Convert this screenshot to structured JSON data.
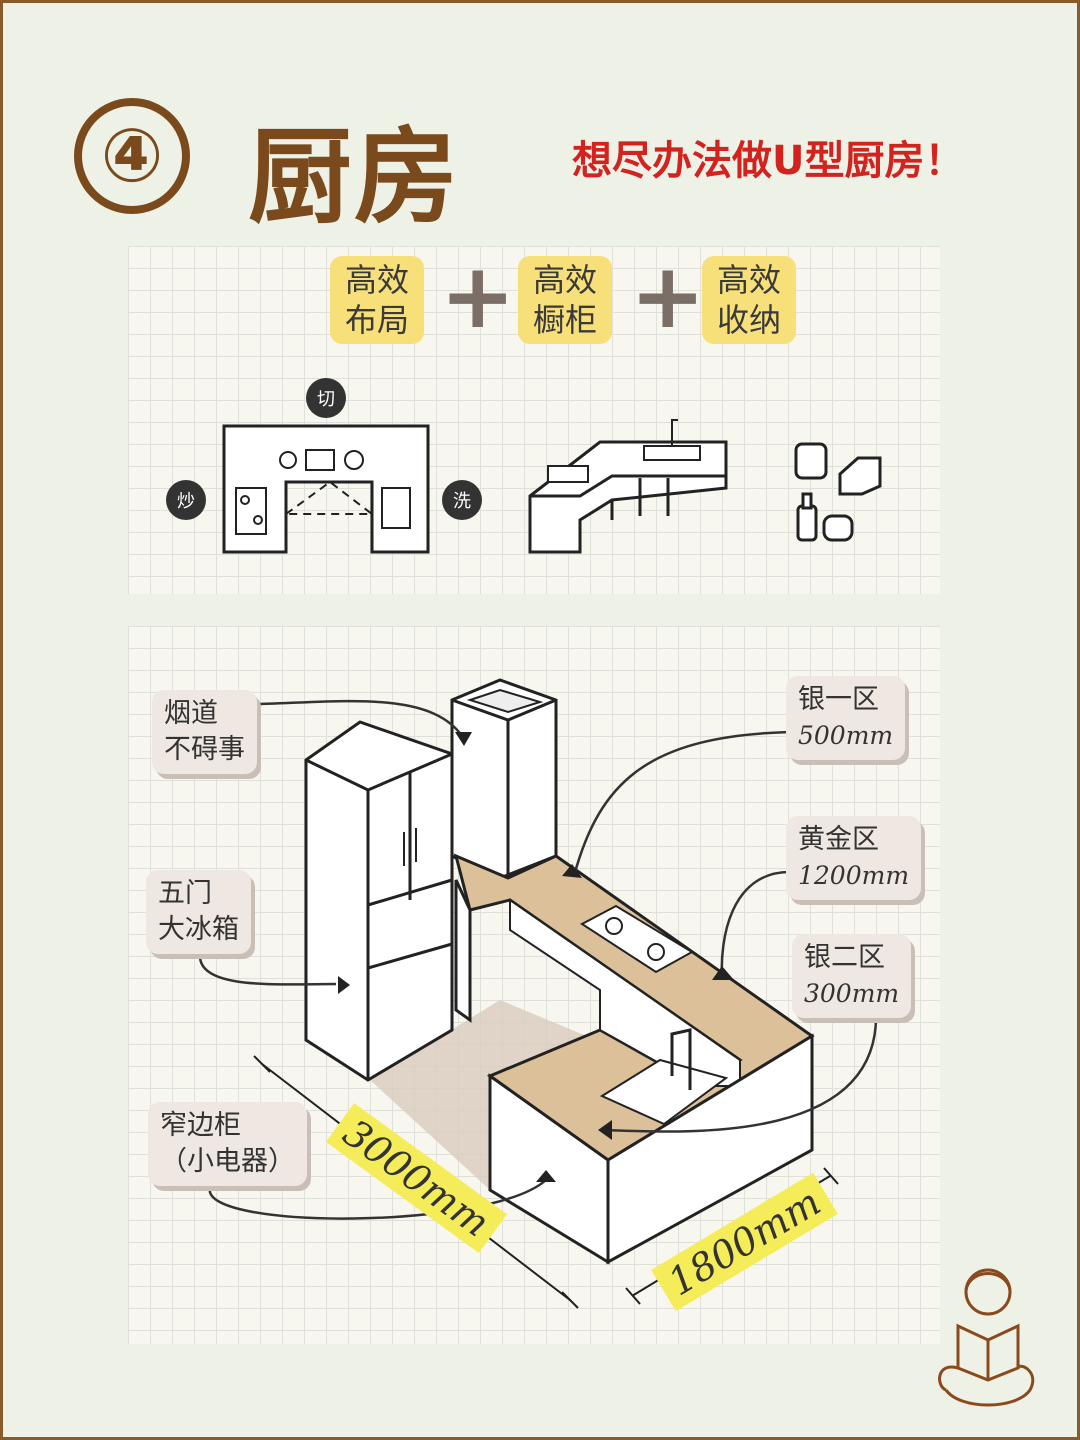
{
  "header": {
    "number": "④",
    "title": "厨房",
    "subtitle": "想尽办法做U型厨房！"
  },
  "top_panel": {
    "tags": [
      {
        "line1": "高效",
        "line2": "布局"
      },
      {
        "line1": "高效",
        "line2": "橱柜"
      },
      {
        "line1": "高效",
        "line2": "收纳"
      }
    ],
    "plus": "+",
    "work_badges": {
      "cut": "切",
      "stir_fry": "炒",
      "wash": "洗"
    }
  },
  "main_diagram": {
    "callouts": {
      "flue": {
        "line1": "烟道",
        "line2": "不碍事"
      },
      "fridge": {
        "line1": "五门",
        "line2": "大冰箱"
      },
      "narrow_cabinet": {
        "line1": "窄边柜",
        "line2": "（小电器）"
      },
      "silver_zone_1": {
        "name": "银一区",
        "size": "500mm"
      },
      "gold_zone": {
        "name": "黄金区",
        "size": "1200mm"
      },
      "silver_zone_2": {
        "name": "银二区",
        "size": "300mm"
      }
    },
    "dimensions": {
      "long_side": "3000mm",
      "short_side": "1800mm"
    }
  },
  "colors": {
    "brown": "#7a4a1c",
    "red": "#d2231f",
    "yellow": "#f7e07a",
    "counter": "#dcc09a"
  },
  "icons": [
    "reader-icon"
  ]
}
